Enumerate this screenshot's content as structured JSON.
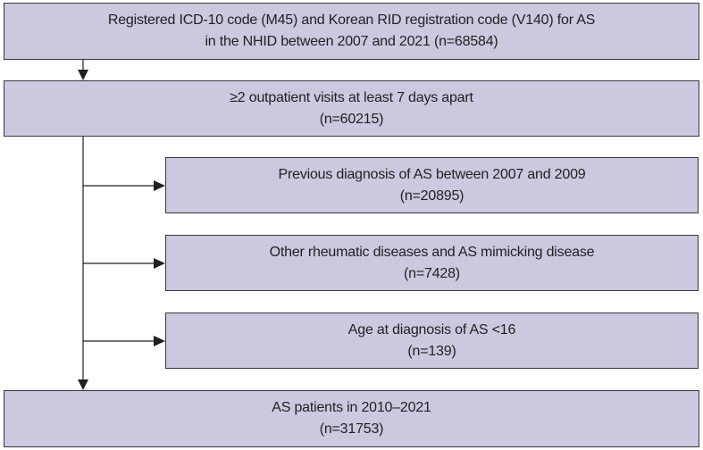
{
  "flowchart": {
    "boxes": [
      {
        "line1": "Registered ICD-10 code (M45) and Korean RID registration code (V140) for AS",
        "line2": "in the NHID between 2007 and 2021 (n=68584)"
      },
      {
        "line1": "≥2 outpatient visits at least 7 days apart",
        "line2": "(n=60215)"
      },
      {
        "line1": "Previous diagnosis of AS between 2007 and 2009",
        "line2": "(n=20895)"
      },
      {
        "line1": "Other rheumatic diseases and AS mimicking disease",
        "line2": "(n=7428)"
      },
      {
        "line1": "Age at diagnosis of AS <16",
        "line2": "(n=139)"
      },
      {
        "line1": "AS patients in 2010–2021",
        "line2": "(n=31753)"
      }
    ],
    "colors": {
      "box_fill": "#cbc8df",
      "border": "#3a3a3a",
      "line": "#231f20"
    }
  }
}
